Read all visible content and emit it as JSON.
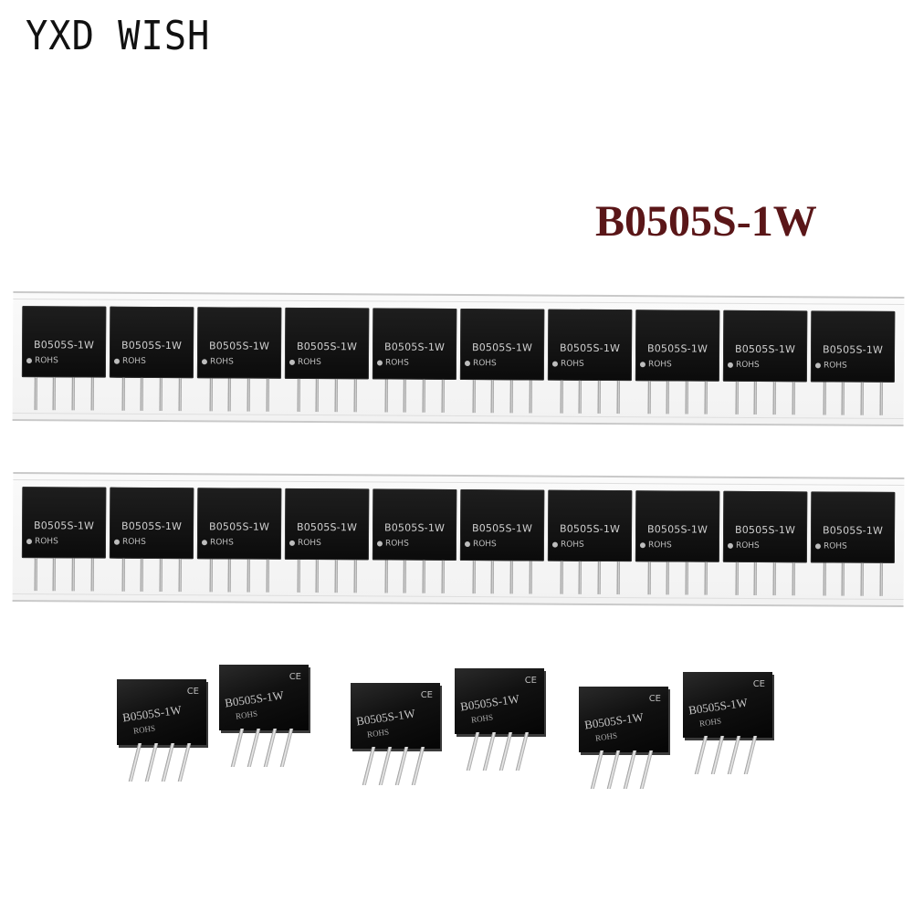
{
  "brand": "YXD WISH",
  "product_title": "B0505S-1W",
  "strip_module_text": "B0505S-1W",
  "strip_module_mark": "ROHS",
  "loose_module_text": "B0505S-1W",
  "loose_module_mark": "ROHS",
  "loose_module_logo": "CE",
  "colors": {
    "title": "#5a1618",
    "module_body": "#0b0b0b",
    "background": "#ffffff"
  },
  "strips": [
    {
      "modules": 10
    },
    {
      "modules": 10
    }
  ],
  "loose_modules": 6
}
